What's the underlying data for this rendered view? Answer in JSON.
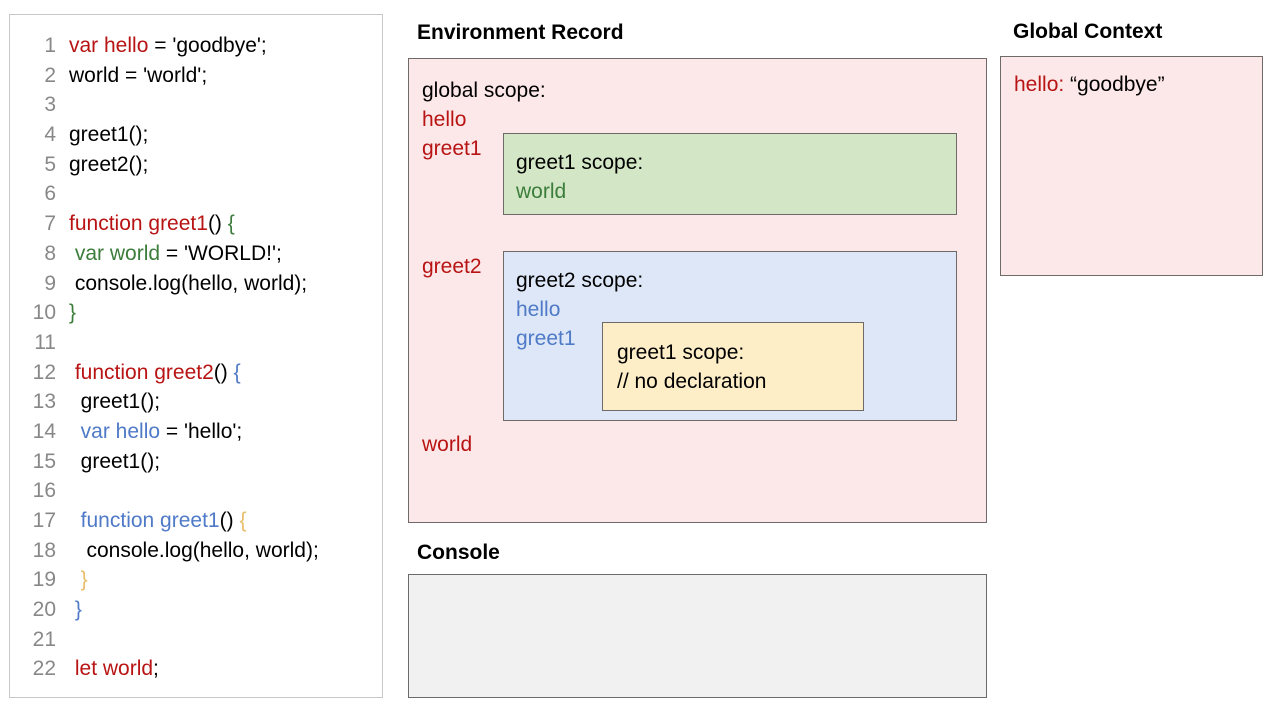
{
  "code_panel": {
    "lines": [
      {
        "num": "1",
        "segments": [
          {
            "text": "var hello",
            "color": "red"
          },
          {
            "text": " = 'goodbye';",
            "color": "black"
          }
        ]
      },
      {
        "num": "2",
        "segments": [
          {
            "text": "world = 'world';",
            "color": "black"
          }
        ]
      },
      {
        "num": "3",
        "segments": [
          {
            "text": "",
            "color": "black"
          }
        ]
      },
      {
        "num": "4",
        "segments": [
          {
            "text": "greet1();",
            "color": "black"
          }
        ]
      },
      {
        "num": "5",
        "segments": [
          {
            "text": "greet2();",
            "color": "black"
          }
        ]
      },
      {
        "num": "6",
        "segments": [
          {
            "text": "",
            "color": "black"
          }
        ]
      },
      {
        "num": "7",
        "segments": [
          {
            "text": "function greet1",
            "color": "red"
          },
          {
            "text": "() ",
            "color": "black"
          },
          {
            "text": "{",
            "color": "green"
          }
        ]
      },
      {
        "num": "8",
        "segments": [
          {
            "text": " ",
            "color": "black"
          },
          {
            "text": "var world",
            "color": "green"
          },
          {
            "text": " = 'WORLD!';",
            "color": "black"
          }
        ]
      },
      {
        "num": "9",
        "segments": [
          {
            "text": " console.log(hello, world);",
            "color": "black"
          }
        ]
      },
      {
        "num": "10",
        "segments": [
          {
            "text": "}",
            "color": "green"
          }
        ]
      },
      {
        "num": "11",
        "segments": [
          {
            "text": "",
            "color": "black"
          }
        ]
      },
      {
        "num": "12",
        "segments": [
          {
            "text": " ",
            "color": "black"
          },
          {
            "text": "function greet2",
            "color": "red"
          },
          {
            "text": "() ",
            "color": "black"
          },
          {
            "text": "{",
            "color": "blue"
          }
        ]
      },
      {
        "num": "13",
        "segments": [
          {
            "text": "  greet1();",
            "color": "black"
          }
        ]
      },
      {
        "num": "14",
        "segments": [
          {
            "text": "  ",
            "color": "black"
          },
          {
            "text": "var hello",
            "color": "blue"
          },
          {
            "text": " = 'hello';",
            "color": "black"
          }
        ]
      },
      {
        "num": "15",
        "segments": [
          {
            "text": "  greet1();",
            "color": "black"
          }
        ]
      },
      {
        "num": "16",
        "segments": [
          {
            "text": "",
            "color": "black"
          }
        ]
      },
      {
        "num": "17",
        "segments": [
          {
            "text": "  ",
            "color": "black"
          },
          {
            "text": "function greet1",
            "color": "blue"
          },
          {
            "text": "() ",
            "color": "black"
          },
          {
            "text": "{",
            "color": "tan"
          }
        ]
      },
      {
        "num": "18",
        "segments": [
          {
            "text": "   console.log(hello, world);",
            "color": "black"
          }
        ]
      },
      {
        "num": "19",
        "segments": [
          {
            "text": "  ",
            "color": "black"
          },
          {
            "text": "}",
            "color": "tan"
          }
        ]
      },
      {
        "num": "20",
        "segments": [
          {
            "text": " ",
            "color": "black"
          },
          {
            "text": "}",
            "color": "blue"
          }
        ]
      },
      {
        "num": "21",
        "segments": [
          {
            "text": "",
            "color": "black"
          }
        ]
      },
      {
        "num": "22",
        "segments": [
          {
            "text": " ",
            "color": "black"
          },
          {
            "text": "let world",
            "color": "red"
          },
          {
            "text": ";",
            "color": "black"
          }
        ]
      }
    ]
  },
  "environment_record": {
    "title": "Environment Record",
    "global_scope": {
      "heading": "global scope:",
      "vars": [
        "hello",
        "greet1",
        "greet2",
        "world"
      ]
    },
    "greet1_scope": {
      "heading": "greet1 scope:",
      "vars": [
        "world"
      ]
    },
    "greet2_scope": {
      "heading": "greet2 scope:",
      "vars": [
        "hello",
        "greet1"
      ]
    },
    "inner_greet1_scope": {
      "heading": "greet1 scope:",
      "note": "// no declaration"
    }
  },
  "console": {
    "title": "Console",
    "output": ""
  },
  "global_context": {
    "title": "Global Context",
    "entries": [
      {
        "key": "hello:",
        "value": "“goodbye”"
      }
    ]
  },
  "colors": {
    "red": "#b81414",
    "blue": "#4f7ac7",
    "green": "#3c7d3c",
    "tan": "#e8bd6a",
    "pink_bg": "#fce8e8",
    "green_bg": "#d3e7c6",
    "blue_bg": "#dde7f8",
    "yellow_bg": "#fdeec8",
    "console_bg": "#f1f1f1",
    "border": "#6e6a6a",
    "line_number": "#888888"
  }
}
